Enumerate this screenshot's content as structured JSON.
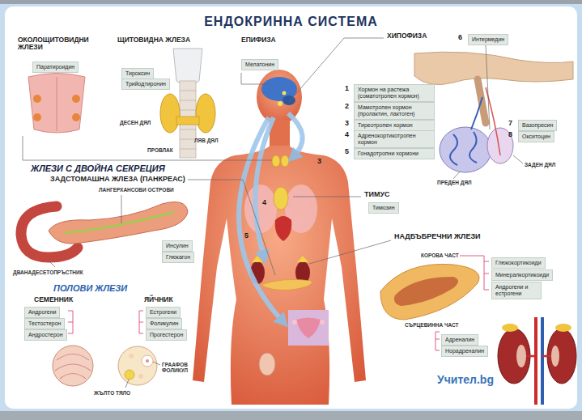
{
  "diagram": {
    "title": "ЕНДОКРИННА СИСТЕМА",
    "nodes": [
      {
        "text": [
          "Паратироидин"
        ]
      },
      {
        "text": [
          "Тироксин"
        ]
      },
      {
        "text": [
          "Трийодтиронин"
        ]
      },
      {
        "text": [
          "Мелатонин"
        ]
      },
      {
        "text": [
          "Интермедин"
        ]
      },
      {
        "text": [
          "Хормон на растежа (соматотропен хормон)"
        ]
      },
      {
        "text": [
          "Мамотропен хормон (пролактин, лактоген)"
        ]
      },
      {
        "text": [
          "Тиреотропен хормон"
        ]
      },
      {
        "text": [
          "Адренокортикотропен хормон"
        ]
      },
      {
        "text": [
          "Гонадотропни хормони"
        ]
      },
      {
        "text": [
          "Вазопресин"
        ]
      },
      {
        "text": [
          "Окситоцин"
        ]
      },
      {
        "text": [
          "Тимозин"
        ]
      },
      {
        "text": [
          "Инсулин"
        ]
      },
      {
        "text": [
          "Глюкагон"
        ]
      },
      {
        "text": [
          "Андрогени"
        ]
      },
      {
        "text": [
          "Тестостерон"
        ]
      },
      {
        "text": [
          "Андростерон"
        ]
      },
      {
        "text": [
          "Естрогени"
        ]
      },
      {
        "text": [
          "Фоликулин"
        ]
      },
      {
        "text": [
          "Прогестерон"
        ]
      },
      {
        "text": [
          "Глюкокортикоиди"
        ]
      },
      {
        "text": [
          "Минералкортикоиди"
        ]
      },
      {
        "text": [
          "Андрогени и естрогени"
        ]
      },
      {
        "text": [
          "Адреналин"
        ]
      },
      {
        "text": [
          "Норадреналин"
        ]
      }
    ],
    "labels": [
      "ОКОЛОЩИТОВИДНИ ЖЛЕЗИ",
      "ЩИТОВИДНА ЖЛЕЗА",
      "ЕПИФИЗА",
      "ХИПОФИЗА",
      "6",
      "1",
      "2",
      "3",
      "4",
      "5",
      "ДЕСЕН ДЯЛ",
      "ЛЯВ ДЯЛ",
      "ПРОВЛАК",
      "3",
      "7",
      "8",
      "ПРЕДЕН ДЯЛ",
      "ЗАДЕН ДЯЛ",
      "ЖЛЕЗИ С ДВОЙНА СЕКРЕЦИЯ",
      "ЗАДСТОМАШНА ЖЛЕЗА (ПАНКРЕАС)",
      "ЛАНГЕРХАНСОВИ ОСТРОВИ",
      "ТИМУС",
      "4",
      "5",
      "ДВАНАДЕСЕТОПРЪСТНИК",
      "НАДБЪБРЕЧНИ ЖЛЕЗИ",
      "КОРОВА ЧАСТ",
      "ПОЛОВИ ЖЛЕЗИ",
      "СЕМЕННИК",
      "ЯЙЧНИК",
      "СЪРЦЕВИННА ЧАСТ",
      "ЖЪЛТО ТЯЛО",
      "ГРААФОВ ФОЛИКУЛ",
      "Учител.bg"
    ]
  }
}
